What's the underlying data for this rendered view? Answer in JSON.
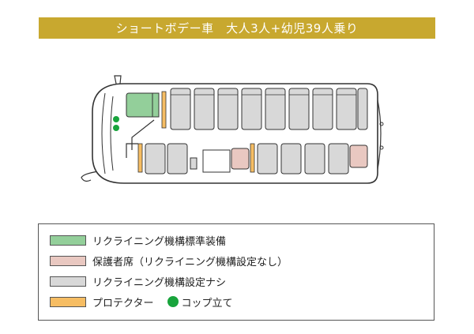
{
  "title": "ショートボデー車　大人3人+幼児39人乗り",
  "colors": {
    "title_bg": "#c8a82f",
    "standard": "#93cf9a",
    "guardian": "#e9c8c1",
    "fixed": "#d8d8d8",
    "protector": "#f6bd63",
    "cup_holder": "#18a43c"
  },
  "legend": {
    "standard": "リクライニング機構標準装備",
    "guardian": "保護者席（リクライニング機構設定なし）",
    "fixed": "リクライニング機構設定ナシ",
    "protector": "プロテクター",
    "cup_holder": "コップ立て"
  }
}
